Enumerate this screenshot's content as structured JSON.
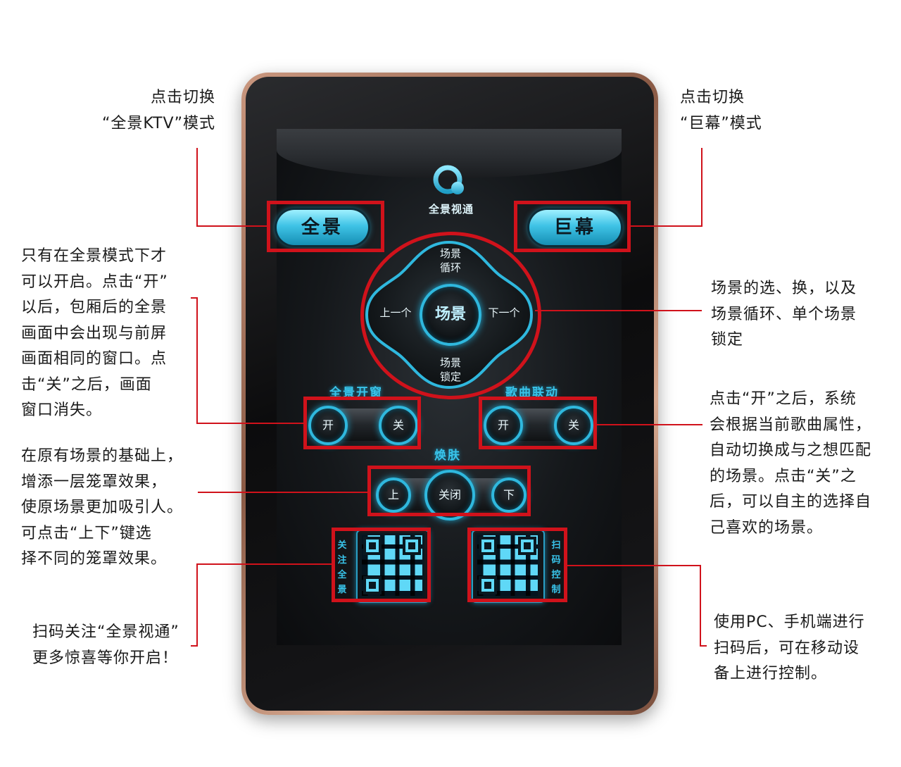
{
  "annotations": {
    "top_left": "点击切换\n“全景KTV”模式",
    "top_right": "点击切换\n“巨幕”模式",
    "left_panorama_window": "只有在全景模式下才\n可以开启。点击“开”\n以后，包厢后的全景\n画面中会出现与前屏\n画面相同的窗口。点\n击“关”之后，画面\n窗口消失。",
    "left_skin": "在原有场景的基础上，\n增添一层笼罩效果，\n使原场景更加吸引人。\n可点击“上下”键选\n择不同的笼罩效果。",
    "left_qr": "扫码关注“全景视通”\n更多惊喜等你开启！",
    "right_scene": "场景的选、换，以及\n场景循环、单个场景\n锁定",
    "right_song_link": "点击“开”之后，系统\n会根据当前歌曲属性，\n自动切换成与之想匹配\n的场景。点击“关”之\n后，可以自主的选择自\n己喜欢的场景。",
    "right_qr": "使用PC、手机端进行\n扫码后，可在移动设\n备上进行控制。"
  },
  "screen": {
    "brand": "全景视通",
    "mode_panorama": "全景",
    "mode_giant": "巨幕",
    "dpad": {
      "center": "场景",
      "up": "场景\n循环",
      "down": "场景\n锁定",
      "left": "上一个",
      "right": "下一个"
    },
    "panorama_window": {
      "title": "全景开窗",
      "on": "开",
      "off": "关"
    },
    "song_link": {
      "title": "歌曲联动",
      "on": "开",
      "off": "关"
    },
    "skin": {
      "title": "焕肤",
      "up": "上",
      "close": "关闭",
      "down": "下"
    },
    "qr_follow_label": "关注全景",
    "qr_control_label": "扫码控制"
  },
  "colors": {
    "accent": "#39c4ea",
    "highlight": "#d0121b"
  }
}
